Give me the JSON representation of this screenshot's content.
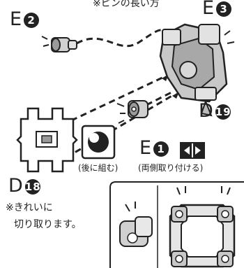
{
  "labels": {
    "e2": {
      "letter": "E",
      "num": "2"
    },
    "e3": {
      "letter": "E",
      "num": "3"
    },
    "d19": {
      "letter": "D",
      "num": "19"
    },
    "e1": {
      "letter": "E",
      "num": "1"
    },
    "d18": {
      "letter": "D",
      "num": "18"
    }
  },
  "notes": {
    "long_pin": "※ピンの長い方",
    "later": "(後に組む)",
    "both_sides": "(両側取り付ける)",
    "clean_cut_1": "※きれいに",
    "clean_cut_2": "切り取ります。"
  },
  "colors": {
    "ink": "#222222",
    "gray": "#b5b5b5",
    "light": "#d8d8d8"
  }
}
